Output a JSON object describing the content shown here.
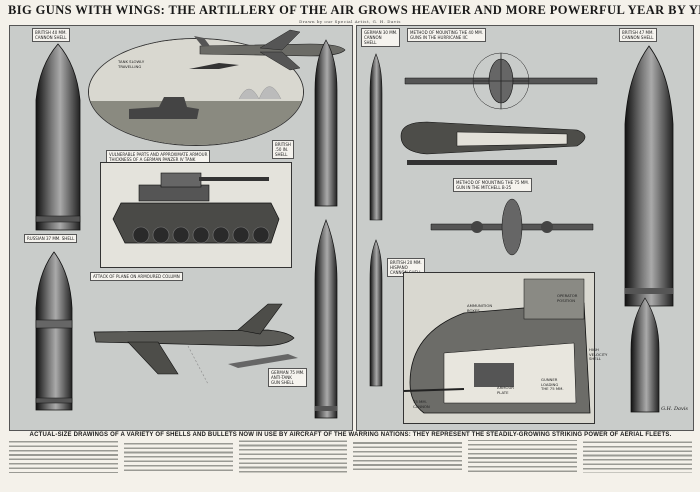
{
  "headline": "BIG GUNS WITH WINGS: THE ARTILLERY OF THE AIR GROWS HEAVIER AND MORE POWERFUL YEAR BY YEAR.",
  "byline": "Drawn by our Special Artist, G. H. Davis",
  "labels": {
    "l1": "BRITISH 40 MM.\nCANNON SHELL",
    "l2": "RUSSIAN 37 MM. SHELL",
    "l3": "VULNERABLE PARTS AND APPROXIMATE ARMOUR\nTHICKNESS OF A GERMAN PANZER IV TANK",
    "l4": "ATTACK OF PLANE ON ARMOURED COLUMN",
    "l5": "BRITISH\n.50 IN.\nSHELL",
    "l6": "GERMAN 75 MM.\nANTI-TANK\nGUN SHELL",
    "r1": "GERMAN 30 MM.\nCANNON\nSHELL",
    "r2": "METHOD OF MOUNTING THE 40 MM.\nGUNS IN THE HURRICANE IIC",
    "r3": "BRITISH 47 MM.\nCANNON SHELL",
    "r4": "METHOD OF MOUNTING THE 75 MM.\nGUN IN THE MITCHELL B-25",
    "r5": "BRITISH 20 MM.\nHISPANO\nCANNON SHELL"
  },
  "annotations": {
    "a1": "TANK SLOWLY\nTRAVELLING",
    "a2": "AMMUNITION\nBOXES",
    "a3": "75 MM.\nCANNON",
    "a4": "OPERATOR\nPOSITION",
    "a5": "GUNNER\nLOADING\nTHE 75 MM.",
    "a6": "ARMOUR\nPLATE",
    "a7": "HIGH\nVELOCITY\nSHELL"
  },
  "caption": "ACTUAL-SIZE DRAWINGS OF A VARIETY OF SHELLS AND BULLETS NOW IN USE BY AIRCRAFT OF THE WARRING NATIONS: THEY REPRESENT THE STEADILY-GROWING STRIKING POWER OF AERIAL FLEETS.",
  "signature": "G.H. Davis",
  "colors": {
    "panel": "#c9ccca",
    "paper": "#f4f1ea",
    "ink": "#1a1a1a",
    "shell": "#3a3a3a"
  }
}
